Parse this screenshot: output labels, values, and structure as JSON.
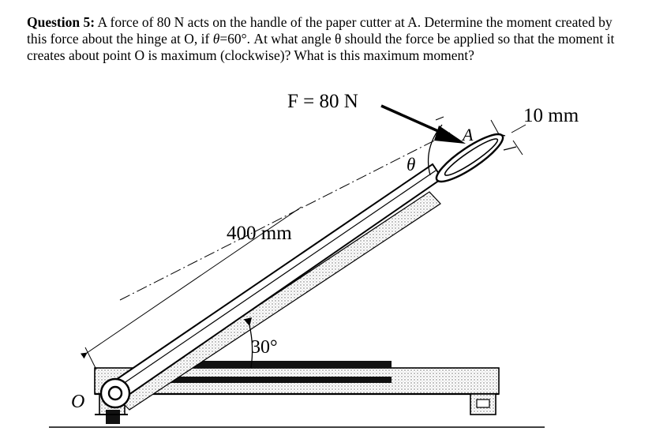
{
  "question": {
    "label": "Question 5:",
    "text_1": " A force of 80 N acts on the handle of the paper cutter at A. Determine the moment created by this force about the hinge at O, if ",
    "theta_symbol": "θ",
    "text_2": "=60°. At what angle θ should the force be applied so that the moment it creates about point O is maximum (clockwise)? What is this maximum moment?"
  },
  "figure": {
    "force_label": "F = 80 N",
    "point_a": "A",
    "theta": "θ",
    "handle_width": "10 mm",
    "length_label": "400 mm",
    "angle_label": "30°",
    "point_o": "O"
  }
}
